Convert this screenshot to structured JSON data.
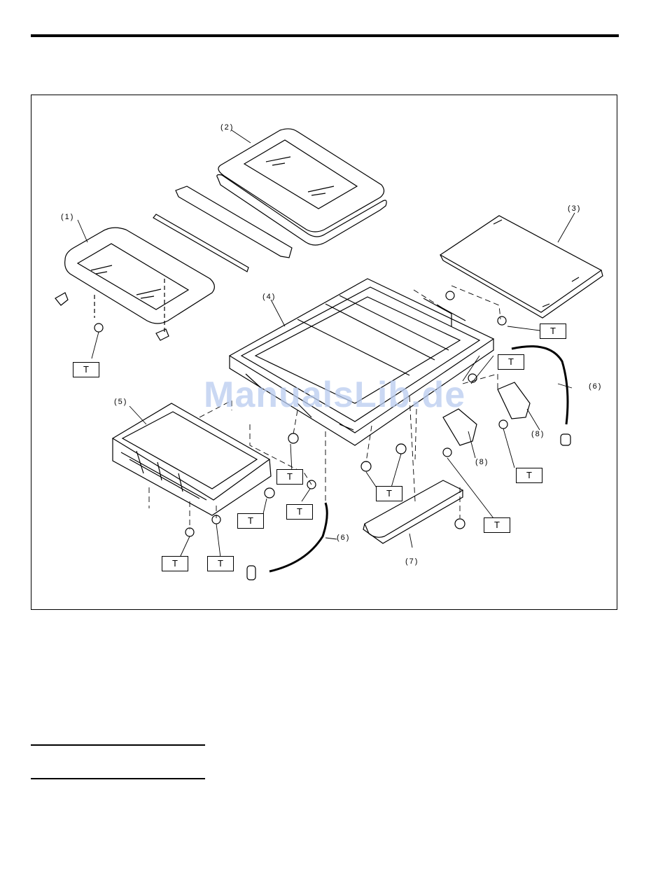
{
  "diagram": {
    "callouts": {
      "c1": "(1)",
      "c2": "(2)",
      "c3": "(3)",
      "c4": "(4)",
      "c5": "(5)",
      "c6a": "(6)",
      "c6b": "(6)",
      "c7": "(7)",
      "c8a": "(8)",
      "c8b": "(8)"
    },
    "torque_label": "T",
    "watermark": "ManualsLib.de"
  }
}
